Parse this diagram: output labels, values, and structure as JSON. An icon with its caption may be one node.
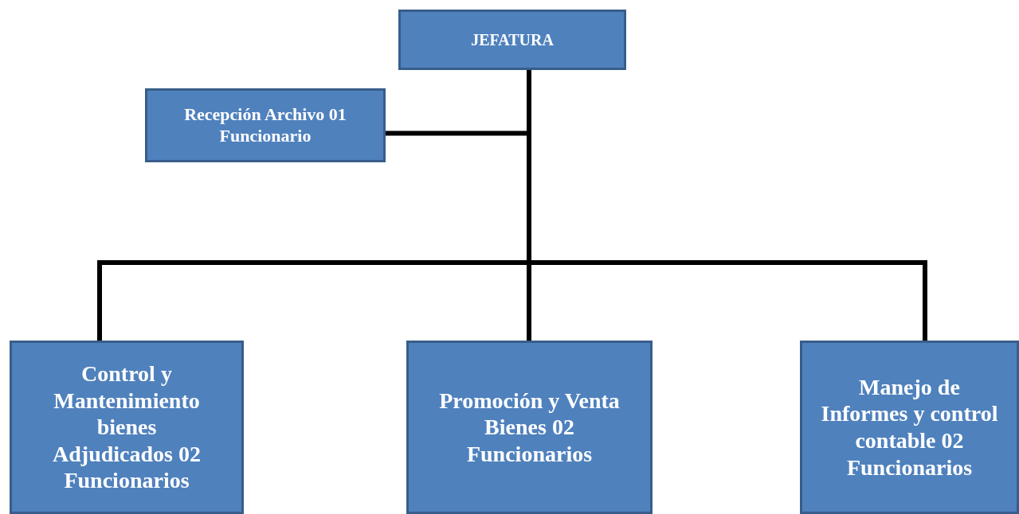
{
  "diagram": {
    "nodes": [
      {
        "text": [
          "JEFATURA"
        ]
      },
      {
        "text": [
          "Recepción Archivo 01 Funcionario"
        ]
      },
      {
        "text": [
          "Control y Mantenimiento bienes Adjudicados 02 Funcionarios"
        ]
      },
      {
        "text": [
          "Promoción y Venta Bienes 02 Funcionarios"
        ]
      },
      {
        "text": [
          "Manejo de Informes y control contable 02 Funcionarios"
        ]
      }
    ],
    "edges": [
      {
        "from": 0,
        "to": 1,
        "arrow": "none"
      },
      {
        "from": 0,
        "to": 2,
        "arrow": "none"
      },
      {
        "from": 0,
        "to": 3,
        "arrow": "none"
      },
      {
        "from": 0,
        "to": 4,
        "arrow": "none"
      }
    ]
  }
}
